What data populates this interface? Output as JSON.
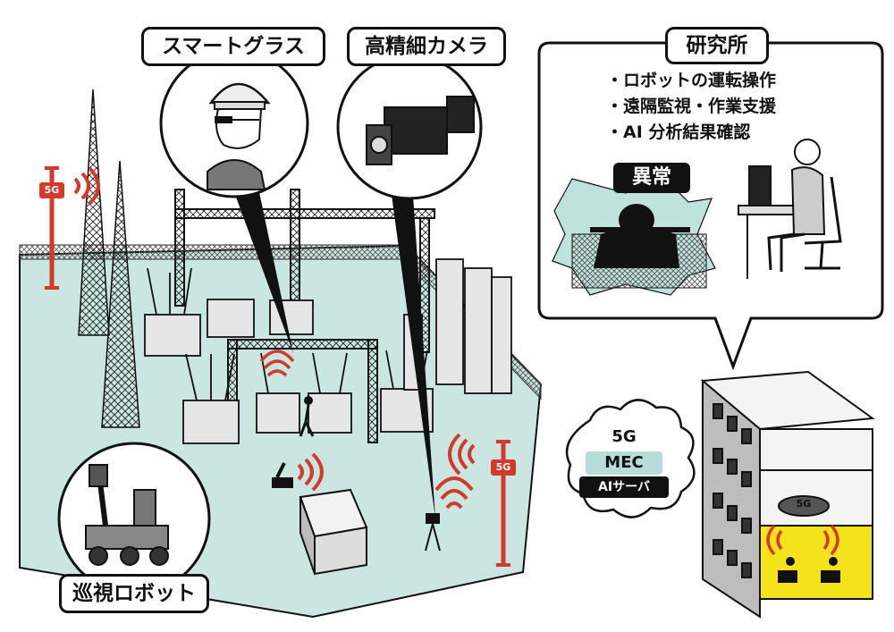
{
  "labels": {
    "smart_glasses": "スマートグラス",
    "hd_camera": "高精細カメラ",
    "lab": "研究所",
    "patrol_robot": "巡視ロボット"
  },
  "lab_tasks": [
    "ロボットの運転操作",
    "遠隔監視・作業支援",
    "AI 分析結果確認"
  ],
  "anomaly": "異常",
  "network": {
    "tower_left_5g": "5G",
    "tower_right_5g": "5G",
    "cloud_5g": "5G",
    "cloud_mec": "MEC",
    "cloud_ai_server": "AIサーバ",
    "building_chip": "5G"
  },
  "colors": {
    "ground": "#c9e6e1",
    "signal_red": "#d33a2c",
    "office_yellow": "#f4e31a",
    "line": "#111111"
  }
}
